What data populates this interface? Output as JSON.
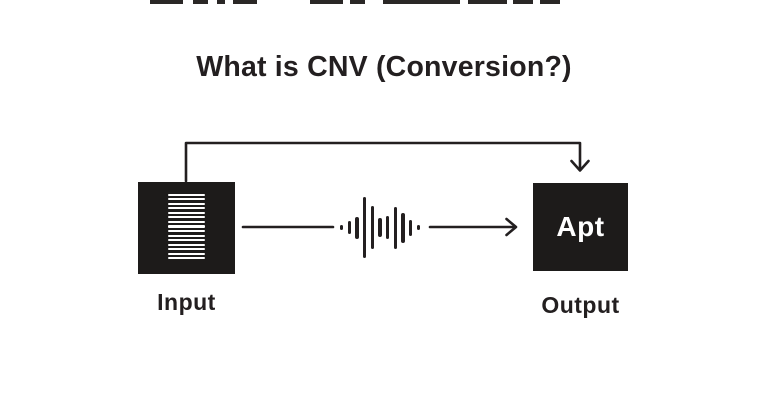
{
  "title": "What is CNV (Conversion?)",
  "diagram": {
    "input_label": "Input",
    "output_label": "Output",
    "output_box_text": "Apt",
    "icons": {
      "input_box_icon": "document-lines-icon",
      "middle_icon": "audio-waveform-icon",
      "feedback_arrowhead": "arrow-down-chevron",
      "forward_arrowhead": "arrow-right-chevron"
    },
    "waveform_bar_heights": [
      5,
      13,
      22,
      61,
      43,
      19,
      23,
      42,
      30,
      16,
      5
    ],
    "document_line_count": 15,
    "top_remnant_segments": [
      [
        150,
        33
      ],
      [
        193,
        15
      ],
      [
        217,
        8
      ],
      [
        233,
        24
      ],
      [
        310,
        33
      ],
      [
        350,
        15
      ],
      [
        383,
        77
      ],
      [
        468,
        39
      ],
      [
        513,
        20
      ],
      [
        540,
        20
      ]
    ]
  },
  "colors": {
    "background": "#ffffff",
    "ink": "#231f20",
    "box_fill": "#1d1b1a",
    "icon_on_box": "#ffffff"
  }
}
